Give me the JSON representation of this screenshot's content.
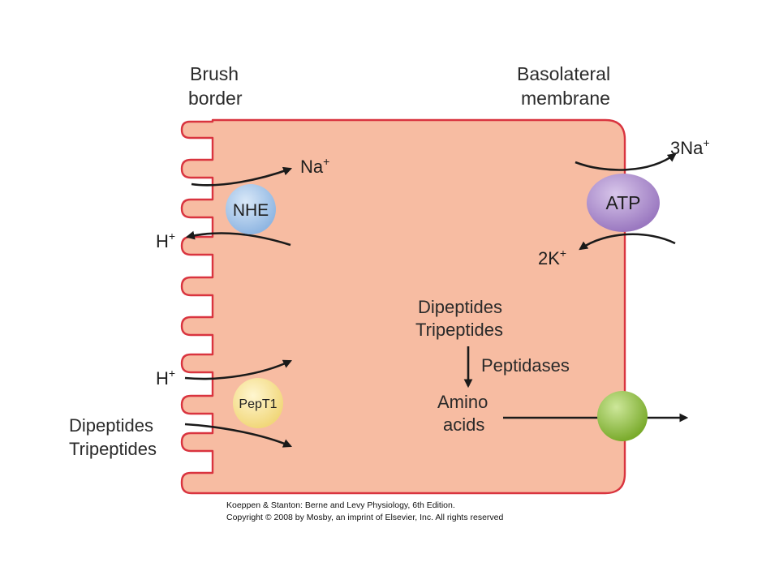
{
  "colors": {
    "cell_fill": "#f7bca2",
    "cell_stroke": "#d9343f",
    "nhe_fill": "#a9c9ec",
    "atp_fill": "#b99bd3",
    "pept1_fill": "#f9e6a2",
    "aa_transporter_fill": "#9cc84c"
  },
  "headings": {
    "brush_line1": "Brush",
    "brush_line2": "border",
    "baso_line1": "Basolateral",
    "baso_line2": "membrane"
  },
  "transporters": {
    "nhe": "NHE",
    "atpase": "ATP",
    "pept1": "PepT1",
    "aa_icon": "amino-acid-transporter"
  },
  "ions": {
    "na_in": {
      "base": "Na",
      "sup": "+"
    },
    "h_out": {
      "base": "H",
      "sup": "+"
    },
    "na_out": {
      "base": "3Na",
      "sup": "+"
    },
    "k_in": {
      "base": "2K",
      "sup": "+"
    },
    "h_in": {
      "base": "H",
      "sup": "+"
    }
  },
  "peptides": {
    "lumen_line1": "Dipeptides",
    "lumen_line2": "Tripeptides",
    "cell_line1": "Dipeptides",
    "cell_line2": "Tripeptides",
    "enzyme": "Peptidases",
    "product_line1": "Amino",
    "product_line2": "acids"
  },
  "credit": {
    "line1": "Koeppen & Stanton: Berne and Levy Physiology, 6th Edition.",
    "line2": "Copyright © 2008 by Mosby, an imprint of Elsevier, Inc. All rights reserved"
  }
}
